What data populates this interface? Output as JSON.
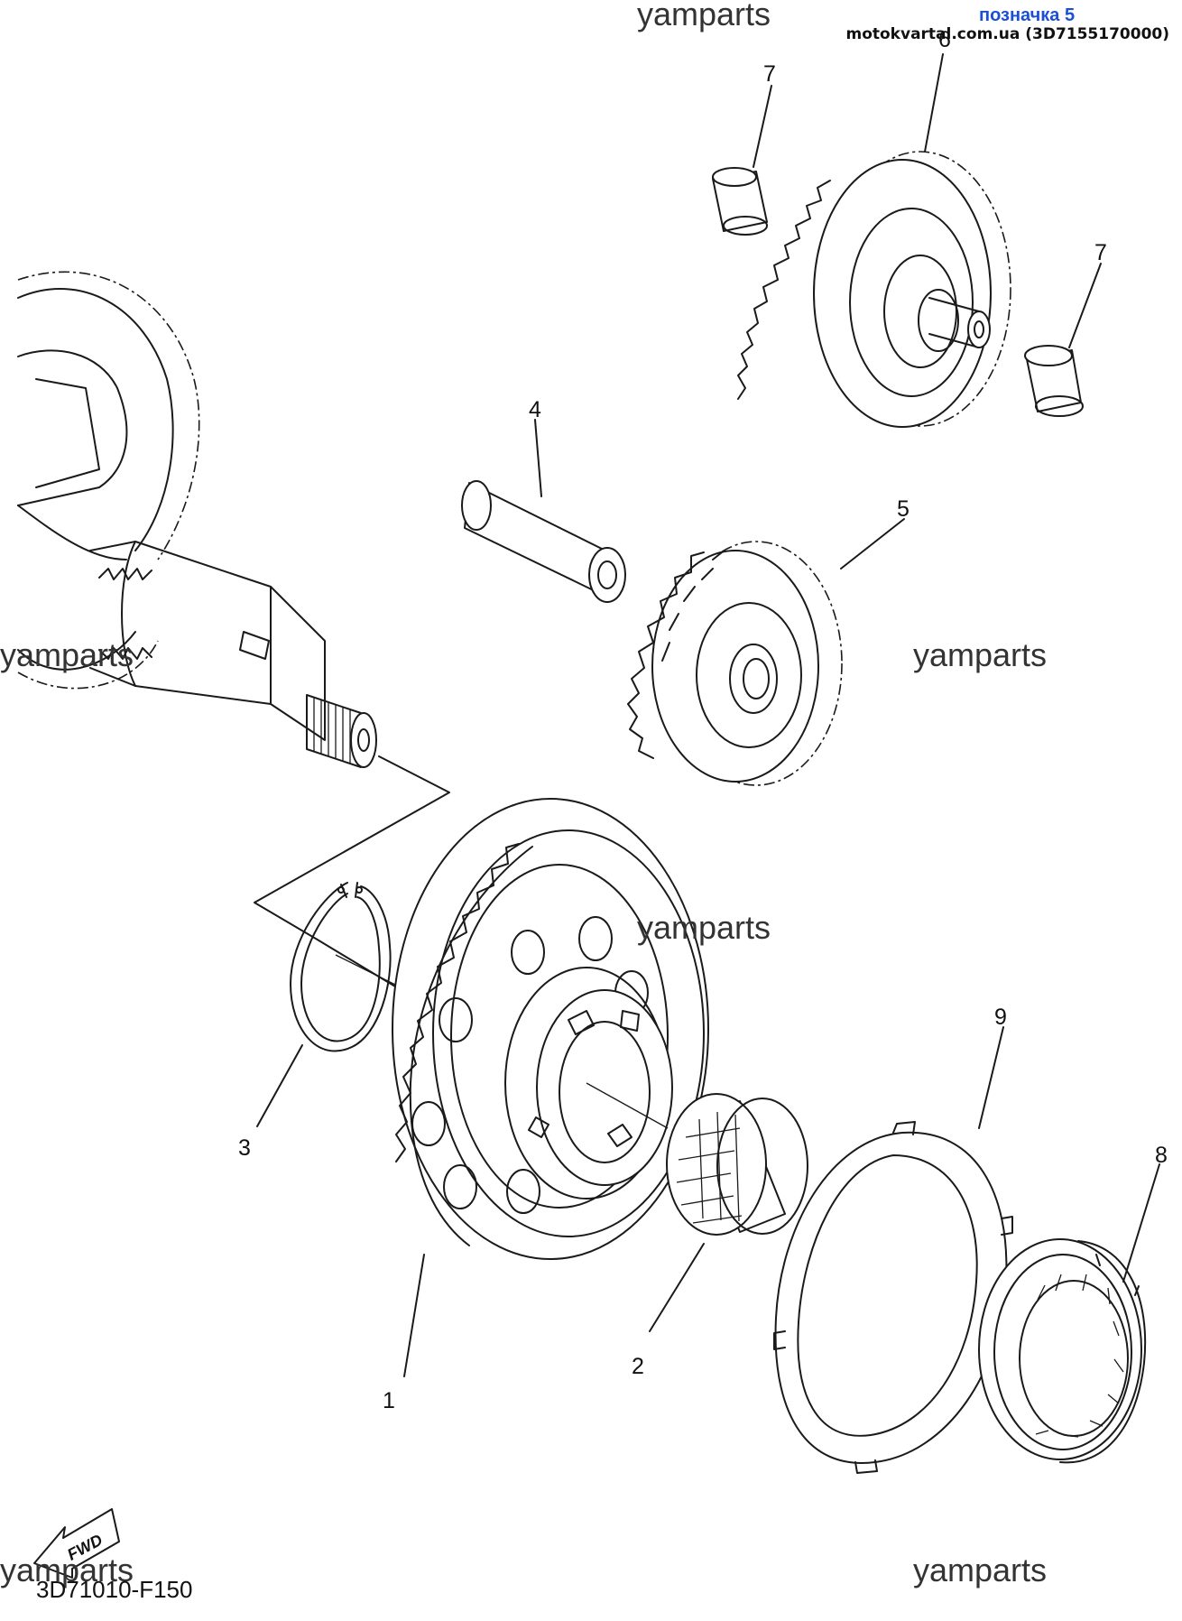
{
  "header": {
    "variant_label": "позначка 5",
    "site": "motokvartal.com.ua (3D7155170000)"
  },
  "watermarks": [
    "yamparts",
    "yamparts",
    "yamparts",
    "yamparts",
    "yamparts",
    "yamparts"
  ],
  "callouts": [
    "1",
    "2",
    "3",
    "4",
    "5",
    "6",
    "7",
    "7",
    "8",
    "9"
  ],
  "fwd_label": "FWD",
  "diagram_code": "3D71010-F150"
}
